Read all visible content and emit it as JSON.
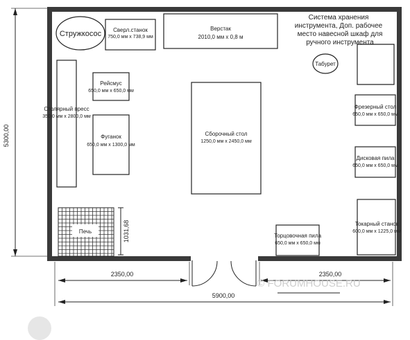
{
  "labels": {
    "chip_extractor": "Стружкосос",
    "drill_press": "Сверл.станок",
    "drill_press_size": "750,0 мм x 738,9 мм",
    "workbench": "Верстак",
    "workbench_size": "2010,0 мм x 0,8 м",
    "storage_line1": "Система хранения",
    "storage_line2": "инструмента, Доп. рабочее",
    "storage_line3": "место навесной шкаф для",
    "storage_line4": "ручного  инструмента",
    "stool": "Табурет",
    "thicknesser": "Рейсмус",
    "thicknesser_size": "650,0 мм x 650,0 мм",
    "joinery_press": "Столярный пресс",
    "joinery_press_size": "350,0 мм x 2800,0 мм",
    "jointer": "Фуганок",
    "jointer_size": "650,0 мм x 1300,0 мм",
    "assembly_table": "Сборочный стол",
    "assembly_table_size": "1250,0 мм x 2450,0 мм",
    "router_table": "Фрезерный стол",
    "router_table_size": "650,0 мм x 650,0 мм",
    "circular_saw": "Дисковая пила",
    "circular_saw_size": "650,0 мм x 650,0 мм",
    "stove": "Печь",
    "stove_dim": "1031,68",
    "miter_saw": "Торцовочная пила",
    "miter_saw_size": "650,0 мм x 650,0 мм",
    "lathe": "Токарный станок",
    "lathe_size": "600,0 мм x 1225,0 мм"
  },
  "dimensions": {
    "height": "5300,00",
    "left_wall": "2350,00",
    "right_wall": "2350,00",
    "total_width": "5900,00"
  },
  "watermark": "© FORUMHOUSE.RU"
}
